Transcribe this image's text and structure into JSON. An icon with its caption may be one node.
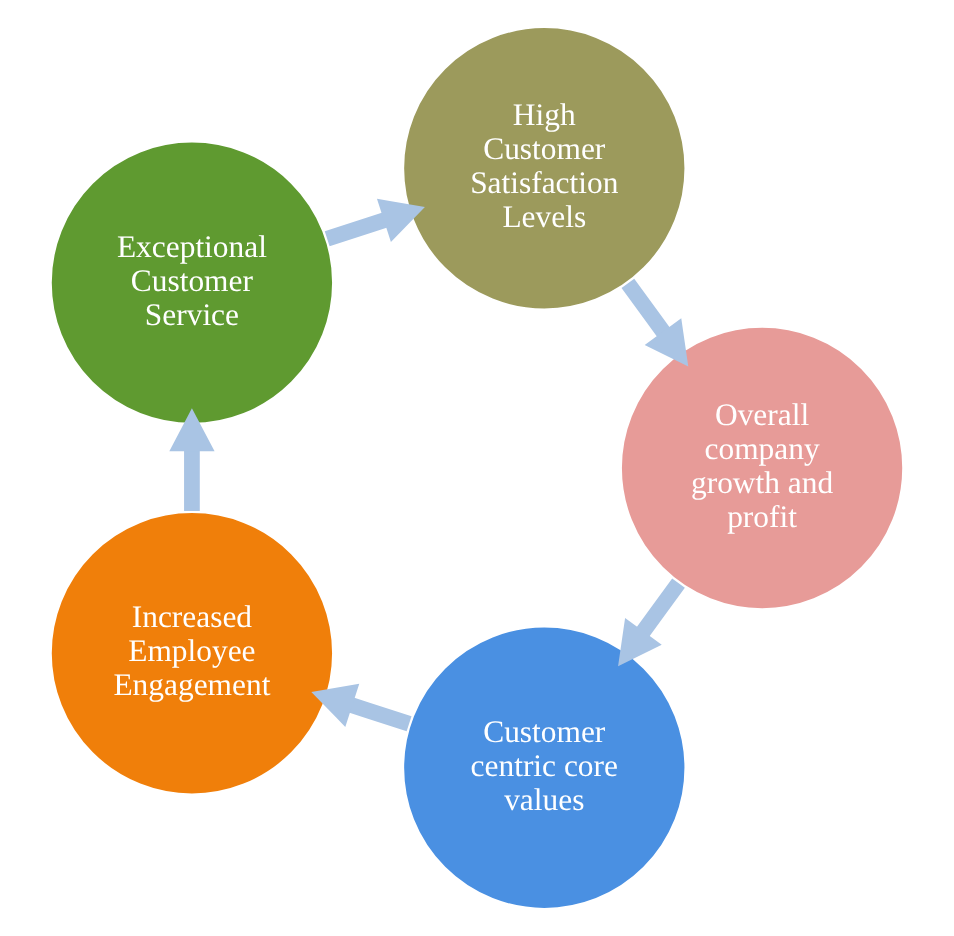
{
  "diagram": {
    "nodes": [
      {
        "text": [
          "Customer centric core values"
        ]
      },
      {
        "text": [
          "Increased Employee Engagement"
        ]
      },
      {
        "text": [
          "Exceptional Customer Service"
        ]
      },
      {
        "text": [
          "High Customer Satisfaction Levels"
        ]
      },
      {
        "text": [
          "Overall company growth and profit"
        ]
      }
    ],
    "edges": [
      {
        "from": 0,
        "to": 1,
        "arrow": "to"
      },
      {
        "from": 1,
        "to": 2,
        "arrow": "to"
      },
      {
        "from": 2,
        "to": 3,
        "arrow": "to"
      },
      {
        "from": 3,
        "to": 4,
        "arrow": "to"
      },
      {
        "from": 4,
        "to": 0,
        "arrow": "to"
      }
    ]
  }
}
